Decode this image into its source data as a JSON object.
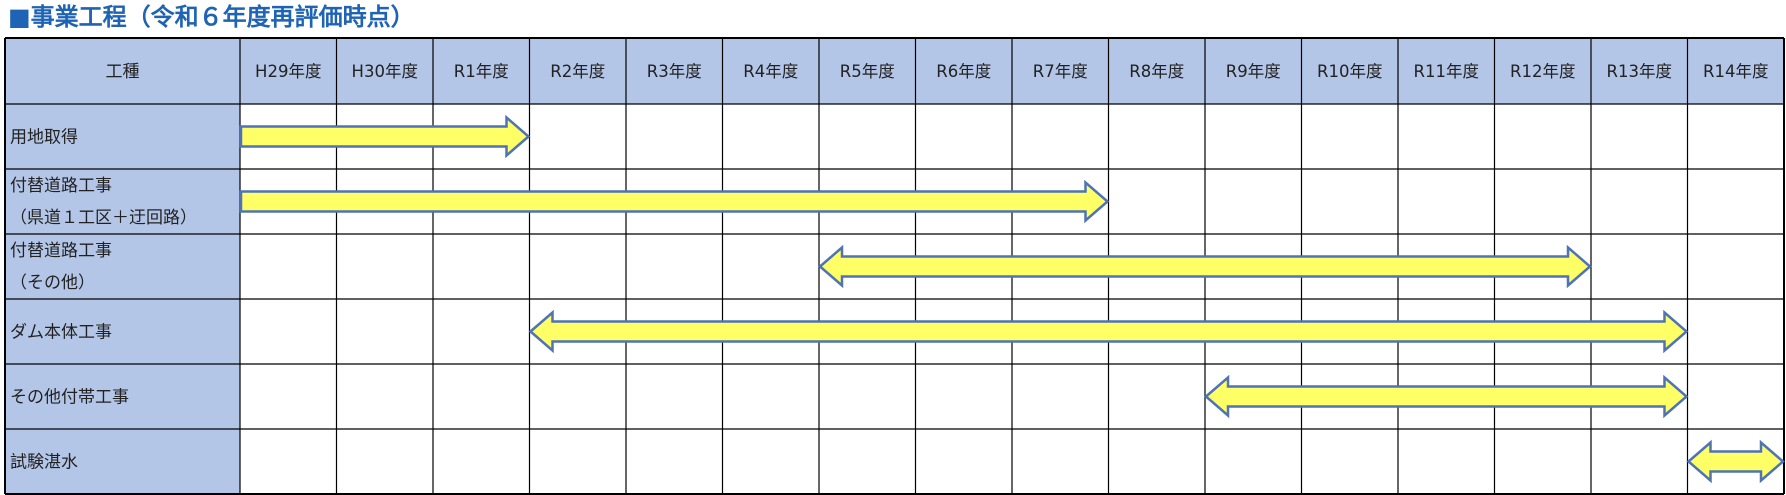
{
  "title": "■事業工程（令和６年度再評価時点）",
  "colors": {
    "title": "#1f64b4",
    "header_fill": "#b4c6e7",
    "arrow_fill": "#ffff66",
    "arrow_stroke": "#4f73b6",
    "grid": "#000000"
  },
  "chart_data": {
    "type": "gantt",
    "title": "■事業工程（令和６年度再評価時点）",
    "corner_header": "工種",
    "periods": [
      "H29年度",
      "H30年度",
      "R1年度",
      "R2年度",
      "R3年度",
      "R4年度",
      "R5年度",
      "R6年度",
      "R7年度",
      "R8年度",
      "R9年度",
      "R10年度",
      "R11年度",
      "R12年度",
      "R13年度",
      "R14年度"
    ],
    "tasks": [
      {
        "name": "用地取得",
        "start": "H29年度",
        "end": "R1年度",
        "arrow": "right"
      },
      {
        "name": "付替道路工事\n（県道１工区＋迂回路）",
        "start": "H29年度",
        "end": "R7年度",
        "arrow": "right"
      },
      {
        "name": "付替道路工事\n（その他）",
        "start": "R5年度",
        "end": "R12年度",
        "arrow": "both"
      },
      {
        "name": "ダム本体工事",
        "start": "R2年度",
        "end": "R13年度",
        "arrow": "both"
      },
      {
        "name": "その他付帯工事",
        "start": "R9年度",
        "end": "R13年度",
        "arrow": "both"
      },
      {
        "name": "試験湛水",
        "start": "R14年度",
        "end": "R14年度",
        "arrow": "both"
      }
    ]
  }
}
